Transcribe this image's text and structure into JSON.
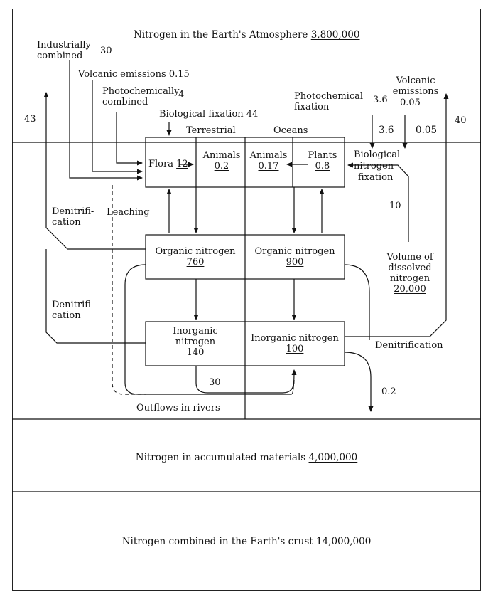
{
  "atmosphere": {
    "label": "Nitrogen in the Earth's Atmosphere",
    "value": "3,800,000"
  },
  "sources_left": {
    "industrial_label1": "Industrially",
    "industrial_label2": "combined",
    "industrial_value": "30",
    "volcanic_label": "Volcanic emissions",
    "volcanic_value": "0.15",
    "photochem_label1": "Photochemically",
    "photochem_label2": "combined",
    "photochem_value": "4",
    "biofix_label": "Biological fixation",
    "biofix_value": "44"
  },
  "sources_right": {
    "photochem_label1": "Photochemical",
    "photochem_label2": "fixation",
    "photochem_value": "3.6",
    "volcanic_label1": "Volcanic",
    "volcanic_label2": "emissions",
    "volcanic_value": "0.05",
    "arrow_value_1": "3.6",
    "arrow_value_2": "0.05"
  },
  "side_flows": {
    "left_up": "43",
    "right_up": "40"
  },
  "headers": {
    "terrestrial": "Terrestrial",
    "oceans": "Oceans"
  },
  "biota": {
    "flora_label": "Flora",
    "flora_value": "12",
    "animals_land_label": "Animals",
    "animals_land_value": "0.2",
    "animals_sea_label": "Animals",
    "animals_sea_value": "0.17",
    "plants_label": "Plants",
    "plants_value": "0.8"
  },
  "bio_fix_ocean": {
    "line1": "Biological",
    "line2": "nitrogen",
    "line3": "fixation",
    "value": "10"
  },
  "denitrification": {
    "upper1": "Denitrifi-",
    "upper2": "cation",
    "lower1": "Denitrifi-",
    "lower2": "cation",
    "right": "Denitrification"
  },
  "leaching": "Leaching",
  "organic": {
    "land_label": "Organic nitrogen",
    "land_value": "760",
    "sea_label": "Organic nitrogen",
    "sea_value": "900"
  },
  "dissolved": {
    "line1": "Volume of",
    "line2": "dissolved",
    "line3": "nitrogen",
    "value": "20,000"
  },
  "inorganic": {
    "land_label1": "Inorganic",
    "land_label2": "nitrogen",
    "land_value": "140",
    "sea_label": "Inorganic nitrogen",
    "sea_value": "100"
  },
  "rivers": {
    "label": "Outflows in rivers",
    "value": "30"
  },
  "sink_value": "0.2",
  "accumulated": {
    "label": "Nitrogen in accumulated materials",
    "value": "4,000,000"
  },
  "crust": {
    "label": "Nitrogen combined in the Earth's crust",
    "value": "14,000,000"
  }
}
